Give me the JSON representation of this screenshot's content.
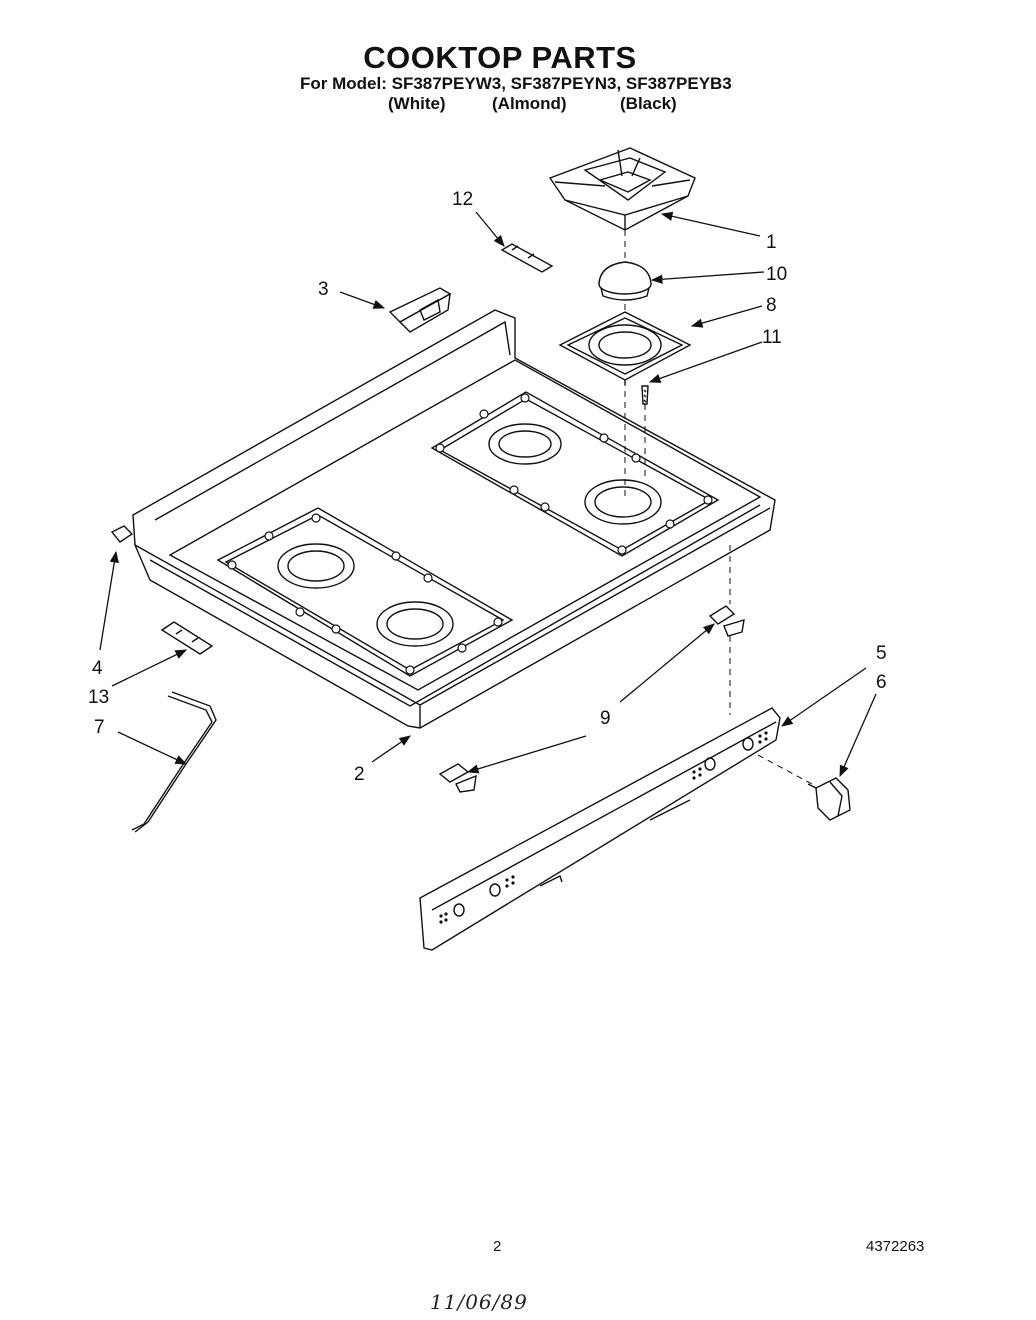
{
  "header": {
    "title": "COOKTOP PARTS",
    "models": "For Model: SF387PEYW3, SF387PEYN3, SF387PEYB3",
    "colors": [
      "(White)",
      "(Almond)",
      "(Black)"
    ]
  },
  "callouts": [
    "1",
    "10",
    "8",
    "11",
    "12",
    "3",
    "4",
    "13",
    "7",
    "2",
    "9",
    "5",
    "6"
  ],
  "footer": {
    "page_number": "2",
    "document_number": "4372263",
    "handwritten_date": "11/06/89"
  }
}
